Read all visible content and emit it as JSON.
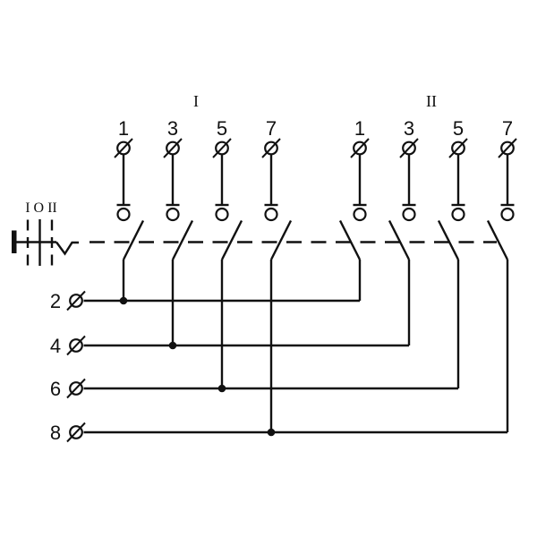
{
  "diagram": {
    "colors": {
      "line": "#111111",
      "background": "#ffffff"
    },
    "mechanism": {
      "positions_label": "I O II"
    },
    "groups": [
      {
        "label": "I",
        "terminals": [
          "1",
          "3",
          "5",
          "7"
        ]
      },
      {
        "label": "II",
        "terminals": [
          "1",
          "3",
          "5",
          "7"
        ]
      }
    ],
    "left_terminals": [
      "2",
      "4",
      "6",
      "8"
    ]
  }
}
